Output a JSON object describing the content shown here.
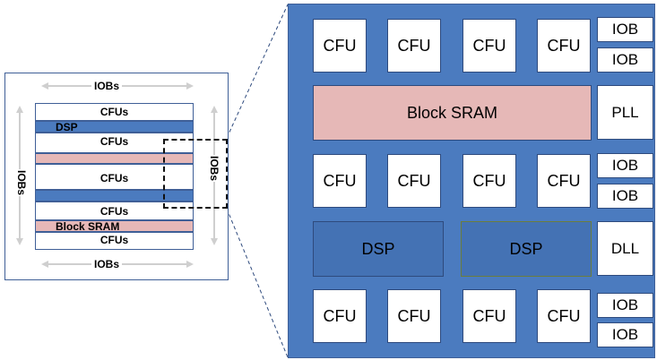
{
  "overview": {
    "iobs_top": "IOBs",
    "iobs_bottom": "IOBs",
    "iobs_left": "IOBs",
    "iobs_right": "IOBs",
    "strips": {
      "cfus_1": "CFUs",
      "dsp": "DSP",
      "cfus_2": "CFUs",
      "cfus_3": "CFUs",
      "cfus_4": "CFUs",
      "block_sram": "Block SRAM",
      "cfus_5": "CFUs"
    }
  },
  "detail": {
    "rows": [
      {
        "cfus": [
          "CFU",
          "CFU",
          "CFU",
          "CFU"
        ],
        "side": [
          "IOB",
          "IOB"
        ]
      },
      {
        "wide": "Block SRAM",
        "side": [
          "PLL"
        ]
      },
      {
        "cfus": [
          "CFU",
          "CFU",
          "CFU",
          "CFU"
        ],
        "side": [
          "IOB",
          "IOB"
        ]
      },
      {
        "dsp": [
          "DSP",
          "DSP"
        ],
        "side": [
          "DLL"
        ]
      },
      {
        "cfus": [
          "CFU",
          "CFU",
          "CFU",
          "CFU"
        ],
        "side": [
          "IOB",
          "IOB"
        ]
      }
    ]
  },
  "colors": {
    "fabric_blue": "#4b7bbf",
    "dsp_blue": "#4472b4",
    "sram_pink": "#e6b8b7",
    "outline": "#3f5f97"
  }
}
